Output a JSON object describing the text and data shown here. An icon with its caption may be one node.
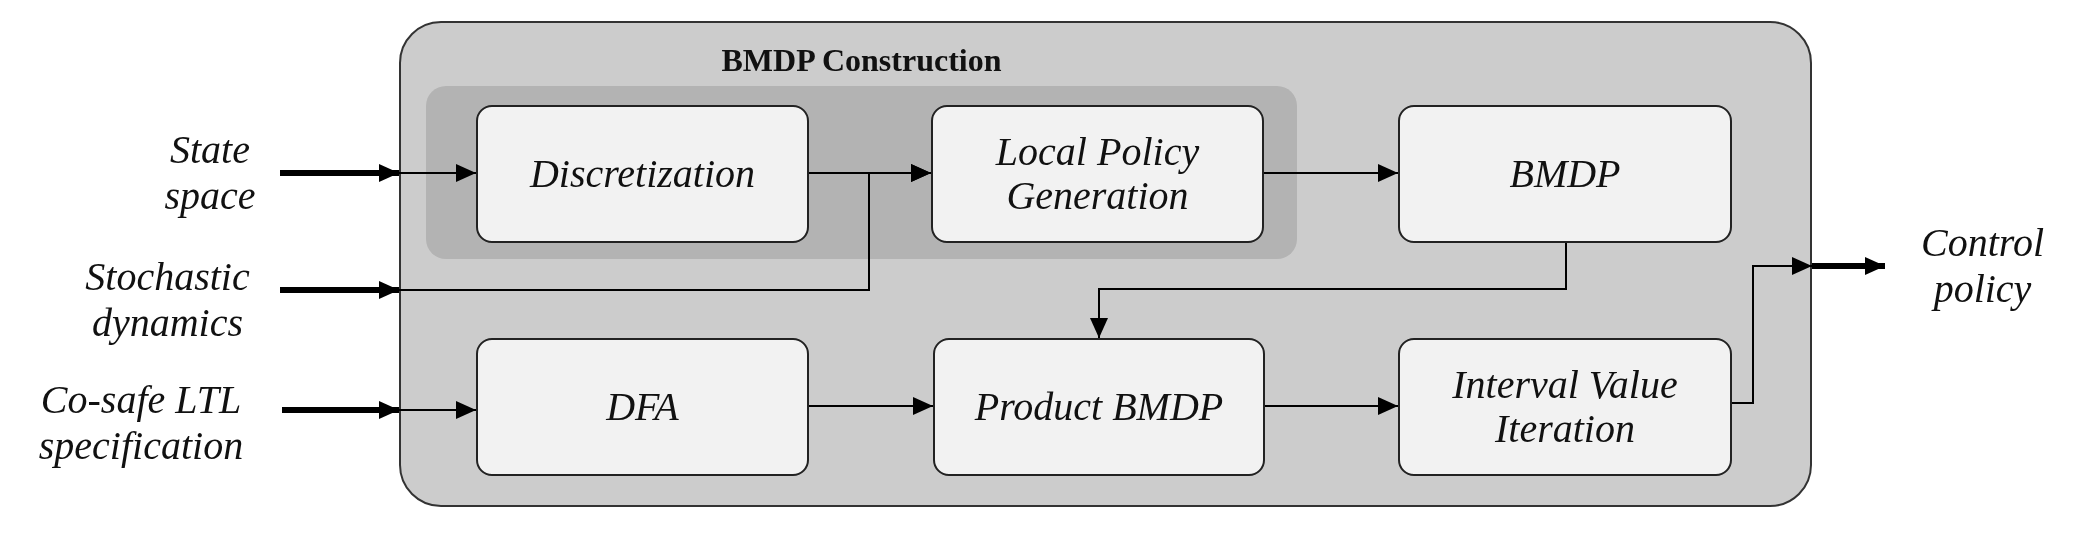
{
  "diagram": {
    "nodes": [
      {
        "text": [
          "State space"
        ]
      },
      {
        "text": [
          "Stochastic dynamics"
        ]
      },
      {
        "text": [
          "Co-safe LTL specification"
        ]
      },
      {
        "text": [],
        "shape": "box"
      },
      {
        "text": [
          "BMDP Construction"
        ],
        "in": 3
      },
      {
        "text": [
          "Discretization"
        ],
        "in": 4
      },
      {
        "text": [
          "Local Policy Generation"
        ],
        "in": 4
      },
      {
        "text": [
          "BMDP"
        ],
        "in": 3
      },
      {
        "text": [
          "DFA"
        ],
        "in": 3
      },
      {
        "text": [
          "Product BMDP"
        ],
        "in": 3
      },
      {
        "text": [
          "Interval Value Iteration"
        ],
        "in": 3
      },
      {
        "text": [
          "Control policy"
        ]
      }
    ],
    "edges": [
      {
        "from": 0,
        "to": 3,
        "arrow": "to",
        "style": "thick"
      },
      {
        "from": 3,
        "to": 5,
        "arrow": "to"
      },
      {
        "from": 1,
        "to": 3,
        "arrow": "to",
        "style": "thick"
      },
      {
        "from": 3,
        "to": 6,
        "arrow": "to"
      },
      {
        "from": 5,
        "to": 6,
        "arrow": "to"
      },
      {
        "from": 6,
        "to": 7,
        "arrow": "to"
      },
      {
        "from": 2,
        "to": 3,
        "arrow": "to",
        "style": "thick"
      },
      {
        "from": 3,
        "to": 8,
        "arrow": "to"
      },
      {
        "from": 8,
        "to": 9,
        "arrow": "to"
      },
      {
        "from": 9,
        "to": 10,
        "arrow": "to"
      },
      {
        "from": 7,
        "to": 9,
        "arrow": "to"
      },
      {
        "from": 10,
        "to": 3,
        "arrow": "to"
      },
      {
        "from": 3,
        "to": 11,
        "arrow": "to",
        "style": "thick"
      }
    ]
  }
}
